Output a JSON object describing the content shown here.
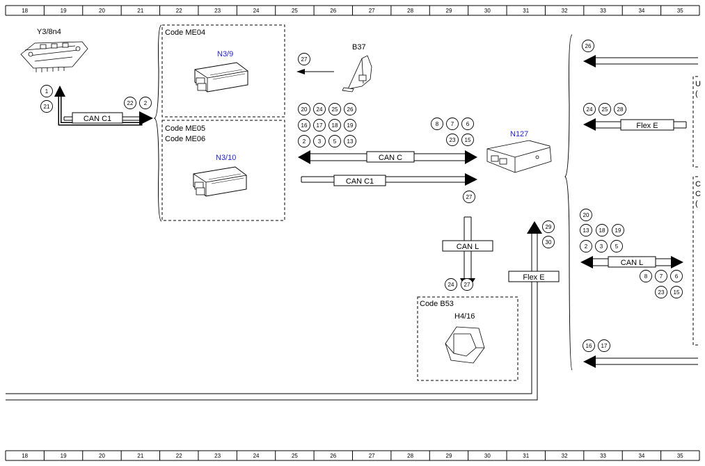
{
  "grid": {
    "columns": [
      "18",
      "19",
      "20",
      "21",
      "22",
      "23",
      "24",
      "25",
      "26",
      "27",
      "28",
      "29",
      "30",
      "31",
      "32",
      "33",
      "34",
      "35"
    ]
  },
  "components": {
    "y3_8n4": "Y3/8n4",
    "b37": "B37",
    "n3_9": "N3/9",
    "n3_10": "N3/10",
    "n127": "N127",
    "h4_16": "H4/16"
  },
  "codes": {
    "me04": "Code ME04",
    "me05": "Code ME05",
    "me06": "Code ME06",
    "b53": "Code B53"
  },
  "buses": {
    "can_c1_left": "CAN C1",
    "can_c": "CAN C",
    "can_c1_mid": "CAN C1",
    "can_l_down": "CAN L",
    "flex_e_up": "Flex E",
    "flex_e_right": "Flex E",
    "can_l_right": "CAN L"
  },
  "connectors": {
    "y3_up": [
      "1",
      "21"
    ],
    "y3_right": [
      "22",
      "2"
    ],
    "b37_left": [
      "27"
    ],
    "ecu_row1": [
      "20",
      "24",
      "25",
      "26"
    ],
    "ecu_row2": [
      "16",
      "17",
      "18",
      "19"
    ],
    "ecu_row3": [
      "2",
      "3",
      "5",
      "13"
    ],
    "n127_row1": [
      "8",
      "7",
      "6"
    ],
    "n127_row2": [
      "23",
      "15"
    ],
    "n127_below": [
      "27"
    ],
    "canl_down": [
      "24",
      "27"
    ],
    "flex_up": [
      "29",
      "30"
    ],
    "r_top": [
      "26"
    ],
    "r_flex": [
      "24",
      "25",
      "28"
    ],
    "r_col1": [
      "20"
    ],
    "r_row2": [
      "13",
      "18",
      "19"
    ],
    "r_row3": [
      "2",
      "3",
      "5"
    ],
    "r_row4": [
      "8",
      "7",
      "6"
    ],
    "r_row5": [
      "23",
      "15"
    ],
    "r_bottom": [
      "16",
      "17"
    ]
  },
  "right_edge_fragments": [
    "U",
    "(",
    "C",
    "C",
    "("
  ]
}
